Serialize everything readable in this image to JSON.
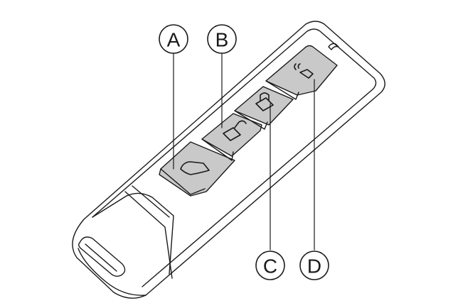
{
  "figure": {
    "callouts": {
      "a": "A",
      "b": "B",
      "c": "C",
      "d": "D"
    },
    "buttons": [
      {
        "id": "a",
        "icon": "car-tailgate-icon"
      },
      {
        "id": "b",
        "icon": "unlock-icon"
      },
      {
        "id": "c",
        "icon": "lock-icon"
      },
      {
        "id": "d",
        "icon": "horn-icon"
      }
    ],
    "colors": {
      "outline": "#1a1a1a",
      "button_fill": "#c9c9c9",
      "body_fill": "#ffffff"
    }
  }
}
